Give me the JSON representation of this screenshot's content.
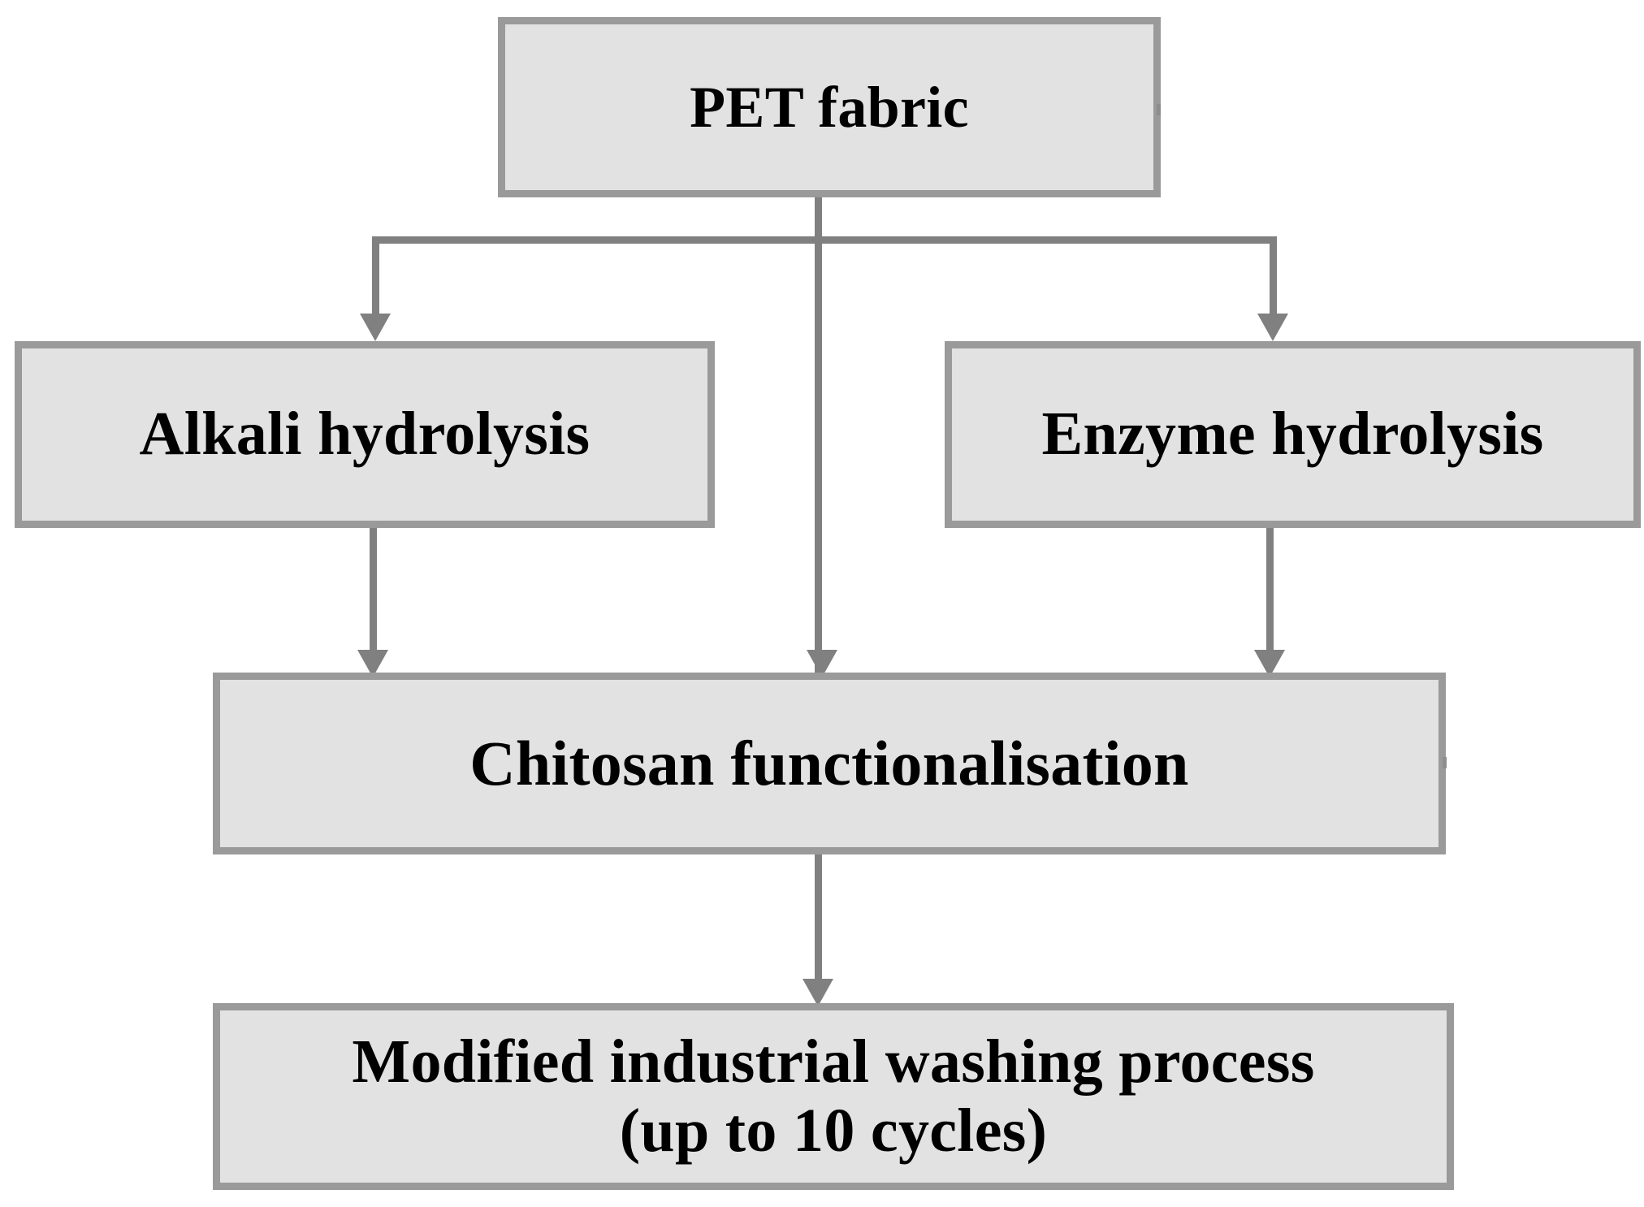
{
  "diagram": {
    "type": "process-flowchart",
    "title": "PET fabric treatment process flow",
    "background_color": "#ffffff",
    "node_fill_color": "#e2e2e2",
    "node_border_color": "#9a9a9a",
    "connector_color": "#808080",
    "text_color": "#000000",
    "nodes": [
      {
        "id": "pet-fabric",
        "label": "PET fabric",
        "level": 1
      },
      {
        "id": "alkali-hydrolysis",
        "label": "Alkali hydrolysis",
        "level": 2
      },
      {
        "id": "enzyme-hydrolysis",
        "label": "Enzyme hydrolysis",
        "level": 2
      },
      {
        "id": "chitosan-functionalisation",
        "label": "Chitosan functionalisation",
        "level": 3
      },
      {
        "id": "washing-process",
        "label": "Modified industrial washing process\n(up to 10 cycles)",
        "label_line_1": "Modified industrial washing process",
        "label_line_2": "(up to 10 cycles)",
        "level": 4
      }
    ],
    "edges": [
      {
        "id": "pet-to-alkali",
        "from": "pet-fabric",
        "to": "alkali-hydrolysis",
        "arrow": "down"
      },
      {
        "id": "pet-to-enzyme",
        "from": "pet-fabric",
        "to": "enzyme-hydrolysis",
        "arrow": "down"
      },
      {
        "id": "pet-to-chitosan",
        "from": "pet-fabric",
        "to": "chitosan-functionalisation",
        "arrow": "down"
      },
      {
        "id": "alkali-to-chitosan",
        "from": "alkali-hydrolysis",
        "to": "chitosan-functionalisation",
        "arrow": "down"
      },
      {
        "id": "enzyme-to-chitosan",
        "from": "enzyme-hydrolysis",
        "to": "chitosan-functionalisation",
        "arrow": "down"
      },
      {
        "id": "chitosan-to-washing",
        "from": "chitosan-functionalisation",
        "to": "washing-process",
        "arrow": "down"
      }
    ]
  }
}
